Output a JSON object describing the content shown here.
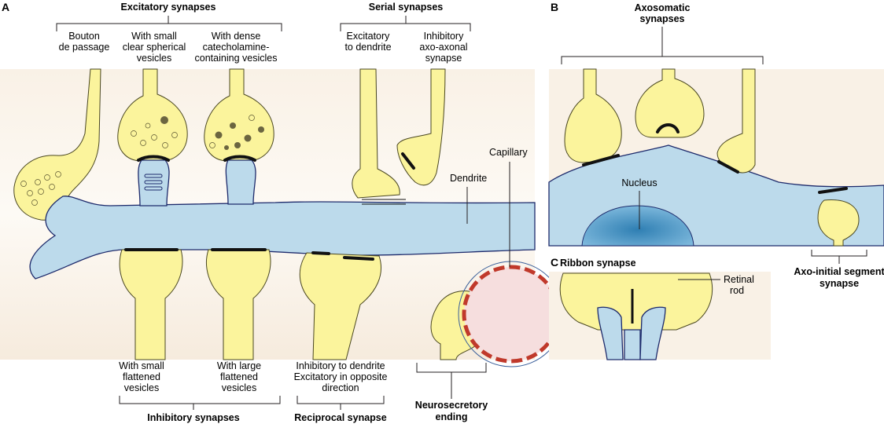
{
  "panels": {
    "a": "A",
    "b": "B",
    "c": "C"
  },
  "excitatory": {
    "heading": "Excitatory synapses",
    "bouton_1": "Bouton",
    "bouton_2": "de passage",
    "small_1": "With small",
    "small_2": "clear spherical",
    "small_3": "vesicles",
    "dense_1": "With dense",
    "dense_2": "catecholamine-",
    "dense_3": "containing vesicles"
  },
  "serial": {
    "heading": "Serial synapses",
    "exc_1": "Excitatory",
    "exc_2": "to dendrite",
    "inh_1": "Inhibitory",
    "inh_2": "axo-axonal",
    "inh_3": "synapse"
  },
  "structures": {
    "capillary": "Capillary",
    "dendrite": "Dendrite",
    "nucleus": "Nucleus",
    "retinal_1": "Retinal",
    "retinal_2": "rod"
  },
  "inhibitory": {
    "small_1": "With small",
    "small_2": "flattened",
    "small_3": "vesicles",
    "large_1": "With large",
    "large_2": "flattened",
    "large_3": "vesicles",
    "heading": "Inhibitory synapses"
  },
  "reciprocal": {
    "line_1": "Inhibitory to dendrite",
    "line_2": "Excitatory in opposite",
    "line_3": "direction",
    "heading": "Reciprocal synapse"
  },
  "neurosecretory": {
    "line_1": "Neurosecretory",
    "line_2": "ending"
  },
  "axosomatic": {
    "line_1": "Axosomatic",
    "line_2": "synapses"
  },
  "ribbon": {
    "heading": "Ribbon synapse"
  },
  "axo_initial": {
    "line_1": "Axo-initial segment",
    "line_2": "synapse"
  },
  "colors": {
    "axon": "#fbf49c",
    "dendrite": "#bcdaeb",
    "nucleus": "#3a8fbf",
    "capillary": "#c0392b",
    "background": "#f7eee3"
  }
}
